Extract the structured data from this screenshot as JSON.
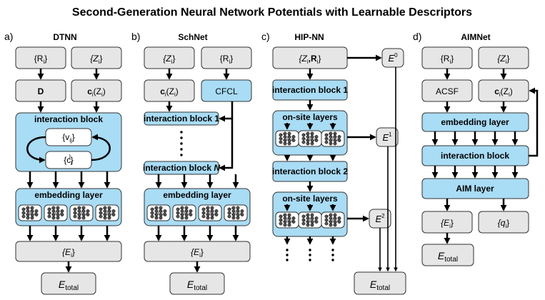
{
  "title": "Second-Generation Neural Network Potentials with Learnable Descriptors",
  "panels": {
    "a": {
      "label": "a)",
      "name": "DTNN",
      "input_r": "{R",
      "input_r_sub": "i",
      "input_r_close": "}",
      "input_z": "{Z",
      "input_z_sub": "i",
      "input_z_close": "}",
      "descriptor": "D",
      "embed_fn": "c",
      "embed_fn_sub": "i",
      "embed_fn_arg": "(Z",
      "embed_fn_arg_sub": "i",
      "embed_fn_close": ")",
      "interaction_block": "interaction block",
      "v_open": "{v",
      "v_sub": "ij",
      "v_close": "}",
      "c_open": "{c",
      "c_sub": "i",
      "c_sup": "l",
      "c_close": "}",
      "embedding_layer": "embedding layer",
      "energies": "{E",
      "energies_sub": "i",
      "energies_close": "}",
      "total": "E",
      "total_sub": "total"
    },
    "b": {
      "label": "b)",
      "name": "SchNet",
      "input_z": "{Z",
      "input_z_sub": "i",
      "input_z_close": "}",
      "input_r": "{R",
      "input_r_sub": "i",
      "input_r_close": "}",
      "embed_fn": "c",
      "embed_fn_sub": "i",
      "embed_fn_arg": "(Z",
      "embed_fn_arg_sub": "i",
      "embed_fn_close": ")",
      "filter": "CFCL",
      "interaction_block_1": "interaction block 1",
      "interaction_block_n": "interaction block ",
      "interaction_block_n_var": "N",
      "embedding_layer": "embedding layer",
      "energies": "{E",
      "energies_sub": "i",
      "energies_close": "}",
      "total": "E",
      "total_sub": "total"
    },
    "c": {
      "label": "c)",
      "name": "HIP-NN",
      "input": "{Z",
      "input_sub1": "i",
      "input_mid": ",R",
      "input_sub2": "i",
      "input_close": "}",
      "e0": "E",
      "e0_sup": "0",
      "interaction_block_1": "interaction block 1",
      "onsite_1": "on-site layers",
      "e1": "E",
      "e1_sup": "1",
      "interaction_block_2": "interaction block 2",
      "onsite_2": "on-site layers",
      "e2": "E",
      "e2_sup": "2",
      "total": "E",
      "total_sub": "total"
    },
    "d": {
      "label": "d)",
      "name": "AIMNet",
      "input_r": "{R",
      "input_r_sub": "i",
      "input_r_close": "}",
      "input_z": "{Z",
      "input_z_sub": "i",
      "input_z_close": "}",
      "descriptor": "ACSF",
      "embed_fn": "c",
      "embed_fn_sub": "i",
      "embed_fn_arg": "(Z",
      "embed_fn_arg_sub": "i",
      "embed_fn_close": ")",
      "embedding_layer": "embedding layer",
      "interaction_block": "interaction block",
      "aim_layer": "AIM layer",
      "energies": "{E",
      "energies_sub": "i",
      "energies_close": "}",
      "charges": "{q",
      "charges_sub": "i",
      "charges_close": "}",
      "total": "E",
      "total_sub": "total"
    }
  },
  "colors": {
    "input_box": "#e6e6e6",
    "layer_box": "#a9dcf5",
    "network_icon": "#555555"
  }
}
